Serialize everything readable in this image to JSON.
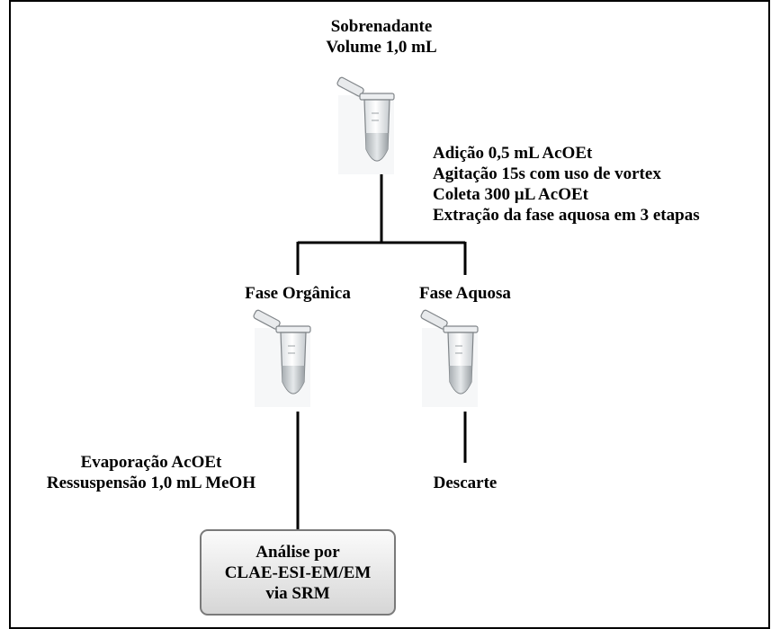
{
  "top": {
    "title": "Sobrenadante",
    "volume": "Volume 1,0 mL"
  },
  "steps": [
    "Adição 0,5 mL AcOEt",
    "Agitação 15s com uso de vortex",
    "Coleta 300 µL AcOEt",
    "Extração da fase aquosa em 3 etapas"
  ],
  "phases": {
    "organic": "Fase Orgânica",
    "aqueous": "Fase Aquosa"
  },
  "organic_steps": [
    "Evaporação AcOEt",
    "Ressuspensão 1,0 mL MeOH"
  ],
  "discard": "Descarte",
  "result": [
    "Análise por",
    "CLAE-ESI-EM/EM",
    "via SRM"
  ]
}
